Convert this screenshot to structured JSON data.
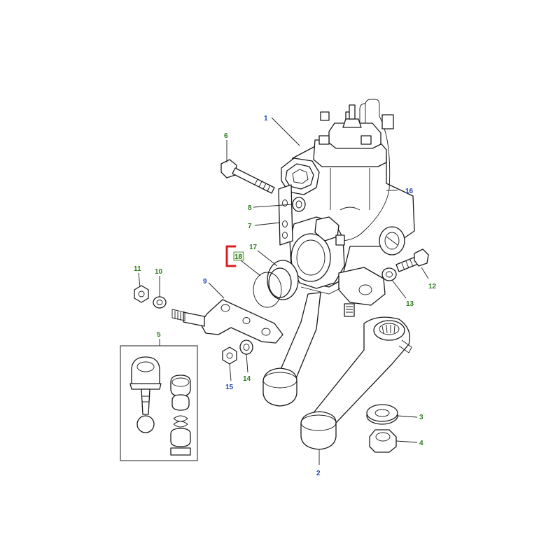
{
  "colors": {
    "label_green": "#2e7d1e",
    "label_blue": "#1f3fb3",
    "highlight_red": "#d81e1e",
    "highlight_box": "#e9f4e2",
    "line": "#1a1a1a"
  },
  "callouts": [
    {
      "id": "1",
      "text": "1",
      "color": "blue"
    },
    {
      "id": "2",
      "text": "2",
      "color": "blue"
    },
    {
      "id": "3",
      "text": "3",
      "color": "green"
    },
    {
      "id": "4",
      "text": "4",
      "color": "green"
    },
    {
      "id": "5",
      "text": "5",
      "color": "green"
    },
    {
      "id": "6",
      "text": "6",
      "color": "green"
    },
    {
      "id": "7",
      "text": "7",
      "color": "green"
    },
    {
      "id": "8",
      "text": "8",
      "color": "green"
    },
    {
      "id": "9",
      "text": "9",
      "color": "blue"
    },
    {
      "id": "10",
      "text": "10",
      "color": "green"
    },
    {
      "id": "11",
      "text": "11",
      "color": "green"
    },
    {
      "id": "12",
      "text": "12",
      "color": "green"
    },
    {
      "id": "13",
      "text": "13",
      "color": "green"
    },
    {
      "id": "14",
      "text": "14",
      "color": "green"
    },
    {
      "id": "15",
      "text": "15",
      "color": "blue"
    },
    {
      "id": "16",
      "text": "16",
      "color": "blue"
    },
    {
      "id": "17",
      "text": "17",
      "color": "green"
    },
    {
      "id": "18",
      "text": "18",
      "color": "green",
      "highlighted": true
    }
  ]
}
